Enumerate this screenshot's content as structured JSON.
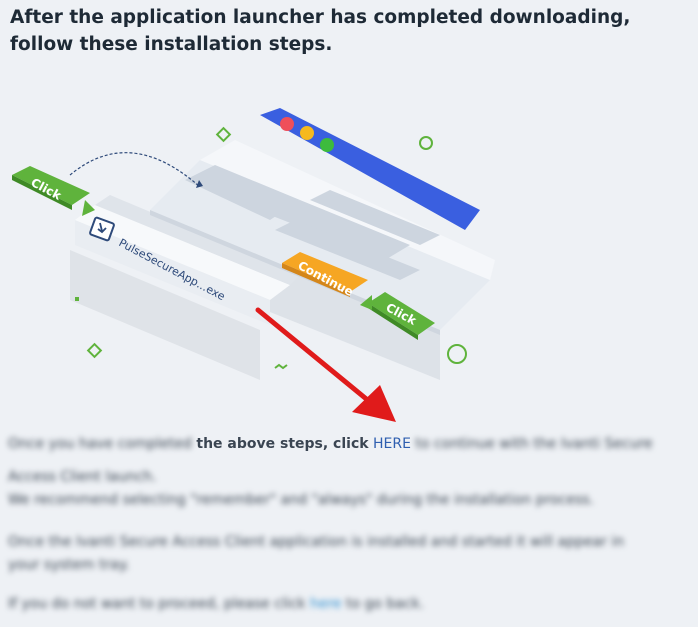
{
  "heading": "After the application launcher has completed downloading, follow these installation steps.",
  "illustration": {
    "file_name": "PulseSecureApp...exe",
    "click_label_1": "Click",
    "click_label_2": "Click",
    "continue_label": "Continue",
    "colors": {
      "browser_bar": "#3a5fe0",
      "click_green": "#5fb33c",
      "continue_orange": "#f6a623",
      "arrow_red": "#e01b1b"
    }
  },
  "instructions": {
    "line1_lead": "Once you have completed",
    "line1_bold": "the above steps, click",
    "line1_link": "HERE",
    "line1_tail": "to continue with the Ivanti Secure",
    "line2": "Access Client launch.",
    "line3": "We recommend selecting \"remember\" and \"always\" during the installation process.",
    "line4": "Once the Ivanti Secure Access Client application is installed and started it will appear in",
    "line5": "your system tray.",
    "line6_before": "If you do not want to proceed, please click",
    "line6_link": "here",
    "line6_after": "to go back."
  }
}
